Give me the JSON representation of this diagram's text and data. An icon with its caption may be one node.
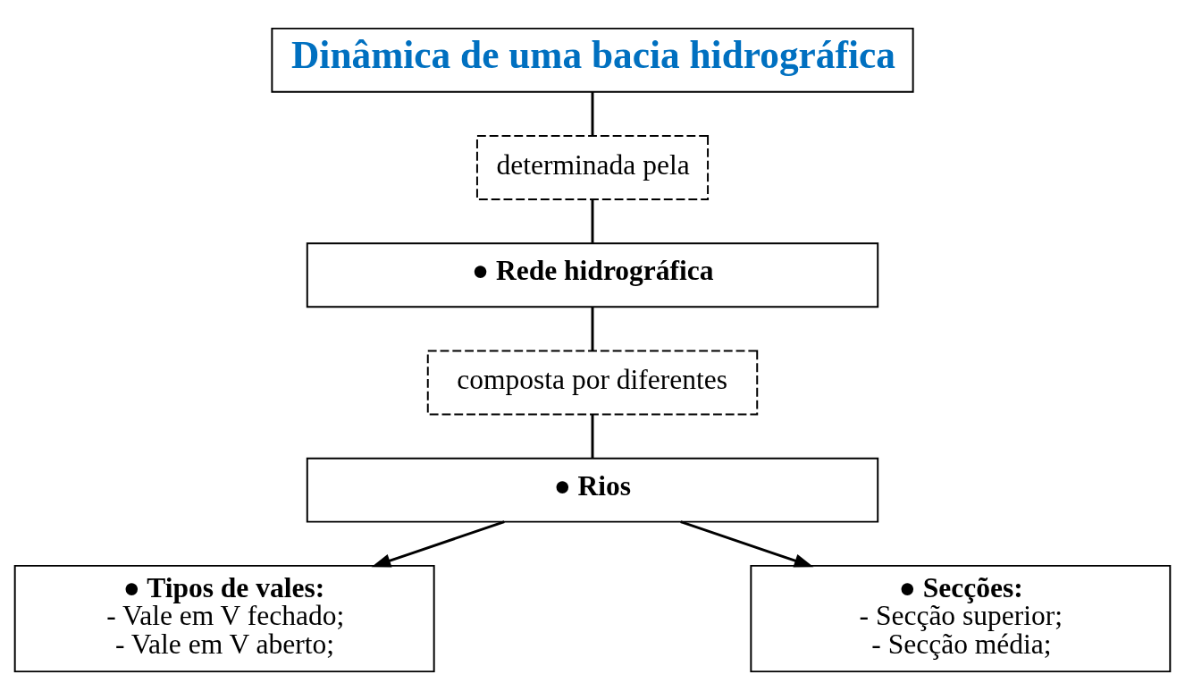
{
  "diagram": {
    "nodes": [
      {
        "text": [
          "Dinâmica de uma bacia hidrográfica"
        ]
      },
      {
        "text": [
          "determinada pela"
        ]
      },
      {
        "text": [
          "● Rede hidrográfica"
        ]
      },
      {
        "text": [
          "composta por diferentes"
        ]
      },
      {
        "text": [
          "● Rios"
        ]
      },
      {
        "text": [
          "● Tipos de vales:",
          "- Vale em V fechado;",
          "- Vale em V aberto;"
        ]
      },
      {
        "text": [
          "● Secções:",
          "- Secção superior;",
          "- Secção média;"
        ]
      }
    ],
    "edges": [
      {
        "from": 0,
        "to": 1,
        "arrow": "none"
      },
      {
        "from": 1,
        "to": 2,
        "arrow": "none"
      },
      {
        "from": 2,
        "to": 3,
        "arrow": "none"
      },
      {
        "from": 3,
        "to": 4,
        "arrow": "none"
      },
      {
        "from": 4,
        "to": 5,
        "arrow": "to"
      },
      {
        "from": 4,
        "to": 6,
        "arrow": "to"
      }
    ]
  }
}
